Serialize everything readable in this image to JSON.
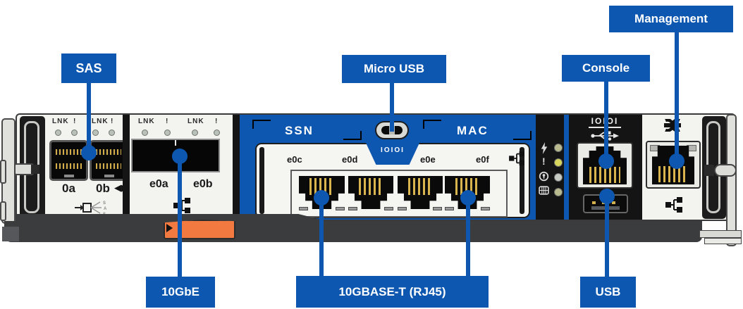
{
  "colors": {
    "accent_blue": "#0D57B0",
    "handle_orange": "#F2793F",
    "chassis_dark": "#3B3C3E"
  },
  "callouts": {
    "sas": "SAS",
    "micro_usb": "Micro USB",
    "console": "Console",
    "management": "Management",
    "ten_gbe": "10GbE",
    "ten_gbase_t": "10GBASE-T (RJ45)",
    "usb": "USB"
  },
  "indicators": {
    "lnk": "LNK",
    "alert": "!"
  },
  "ports": {
    "sas_a": "0a",
    "sas_b": "0b",
    "sas_arrows": "◀▶",
    "sfp_a": "e0a",
    "sfp_b": "e0b",
    "rj45": [
      "e0c",
      "e0d",
      "e0e",
      "e0f"
    ]
  },
  "band": {
    "ssn": "SSN",
    "mac": "MAC",
    "micro_usb_serial": "IOIOI"
  },
  "console_panel": {
    "serial_label": "IOIOI"
  },
  "icons": {
    "micro_usb_port": "micro-usb-port",
    "usb_trident": "usb-icon",
    "wrench": "wrench-icon",
    "network": "network-icon",
    "sas_fanout": "sas-fanout-icon",
    "status": [
      "power-icon",
      "attention-icon",
      "location-icon",
      "nvmem-icon"
    ]
  }
}
